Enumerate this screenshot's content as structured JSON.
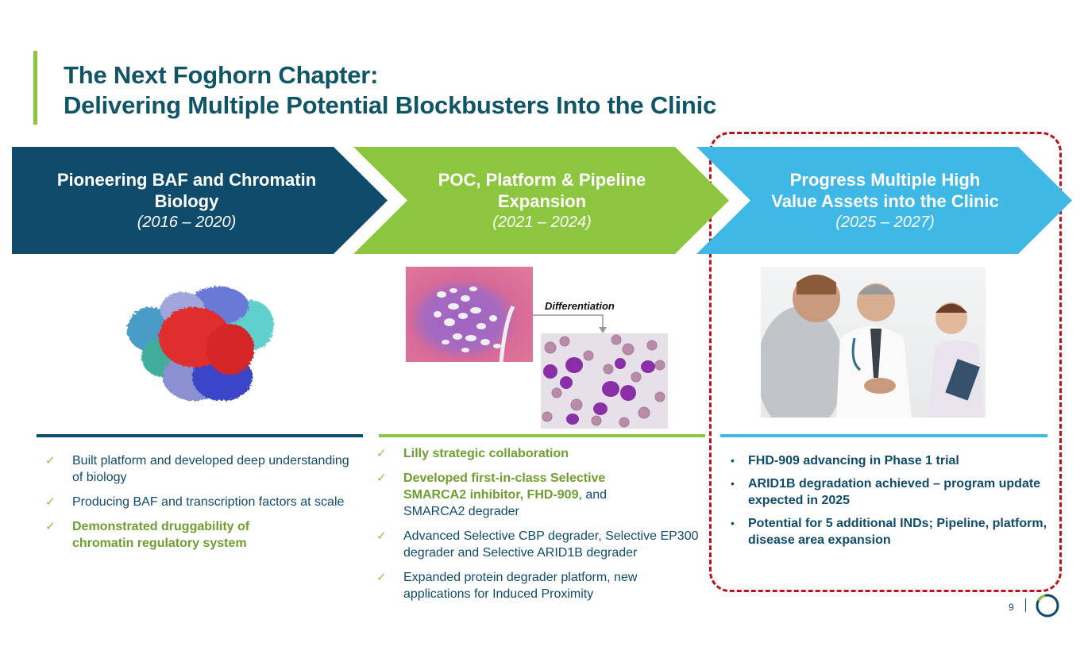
{
  "title": {
    "line1": "The Next Foghorn Chapter:",
    "line2": "Delivering Multiple Potential Blockbusters Into the Clinic"
  },
  "colors": {
    "phase1": "#0f4c6b",
    "phase2": "#8cc63f",
    "phase3": "#3fb8e5",
    "highlight_border": "#c0101a",
    "accent_green_text": "#6e9f2e"
  },
  "phases": [
    {
      "title_line1": "Pioneering BAF and Chromatin",
      "title_line2": "Biology",
      "years": "(2016 – 2020)",
      "image": "protein-structure-image",
      "points": [
        {
          "text": "Built platform and developed deep understanding of biology",
          "emphasis": false
        },
        {
          "text": "Producing BAF and transcription factors at scale",
          "emphasis": false
        },
        {
          "text": "Demonstrated druggability of chromatin regulatory system",
          "emphasis": true
        }
      ]
    },
    {
      "title_line1": "POC, Platform & Pipeline",
      "title_line2": "Expansion",
      "years": "(2021 – 2024)",
      "image": "histology-images",
      "image_label": "Differentiation",
      "points": [
        {
          "text": "Lilly strategic collaboration",
          "emphasis": true
        },
        {
          "text_bold": "Developed first-in-class Selective SMARCA2 inhibitor, FHD-909",
          "text_rest": ", and SMARCA2 degrader",
          "emphasis": "partial"
        },
        {
          "text": "Advanced Selective CBP degrader, Selective EP300 degrader and Selective ARID1B degrader",
          "emphasis": false
        },
        {
          "text": "Expanded protein degrader platform, new applications for Induced Proximity",
          "emphasis": false
        }
      ]
    },
    {
      "title_line1": "Progress Multiple High",
      "title_line2": "Value Assets into the Clinic",
      "years": "(2025 – 2027)",
      "image": "doctor-patient-photo",
      "highlighted": true,
      "points": [
        {
          "text": "FHD-909 advancing in Phase 1 trial"
        },
        {
          "text": "ARID1B degradation achieved – program update expected in 2025"
        },
        {
          "text": "Potential for 5 additional INDs; Pipeline, platform, disease area expansion"
        }
      ]
    }
  ],
  "footer": {
    "page_number": "9",
    "logo": "foghorn-ring-logo"
  }
}
